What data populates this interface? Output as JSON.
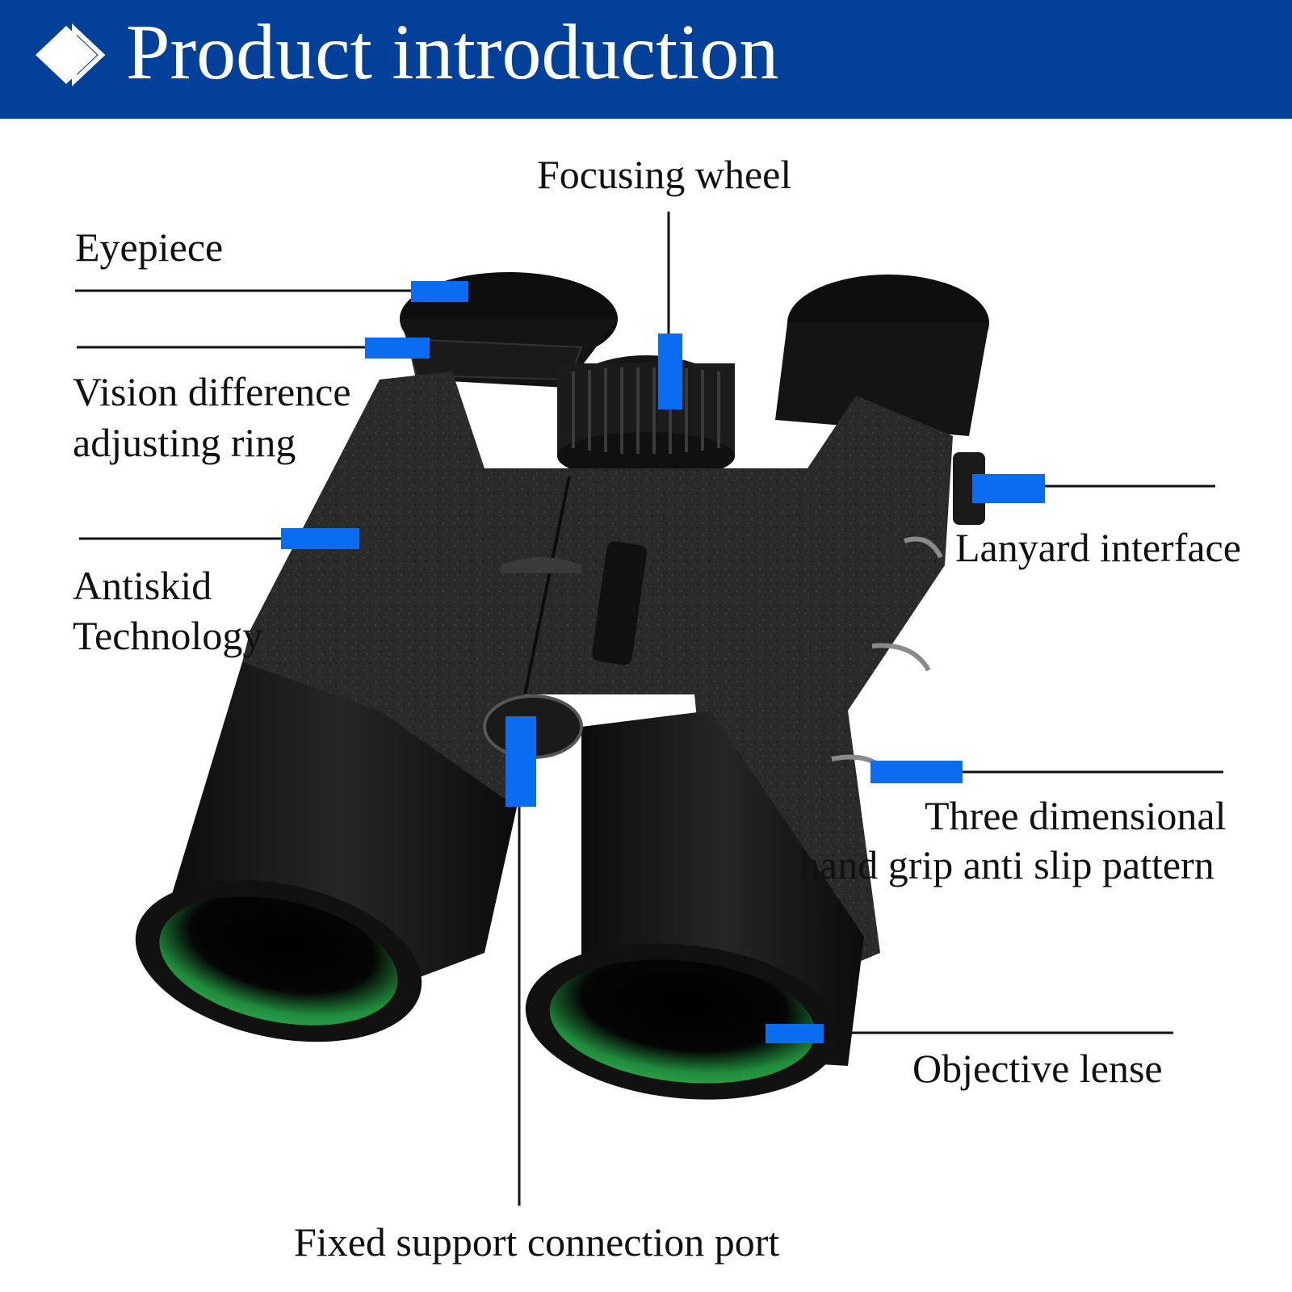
{
  "header": {
    "title": "Product introduction",
    "icon": "diamond-icon",
    "background_color": "#03409a"
  },
  "colors": {
    "marker": "#0a6cf0",
    "leader_line": "#111111",
    "lens_coating": "#2ea84a"
  },
  "labels": {
    "focusing_wheel": "Focusing wheel",
    "eyepiece": "Eyepiece",
    "vision_line1": "Vision difference",
    "vision_line2": "adjusting ring",
    "antiskid_line1": "Antiskid",
    "antiskid_line2": "Technology",
    "lanyard": "Lanyard interface",
    "grip_line1": "Three dimensional",
    "grip_line2": "hand grip anti slip pattern",
    "objective": "Objective lense",
    "fixed_support": "Fixed support connection port"
  }
}
